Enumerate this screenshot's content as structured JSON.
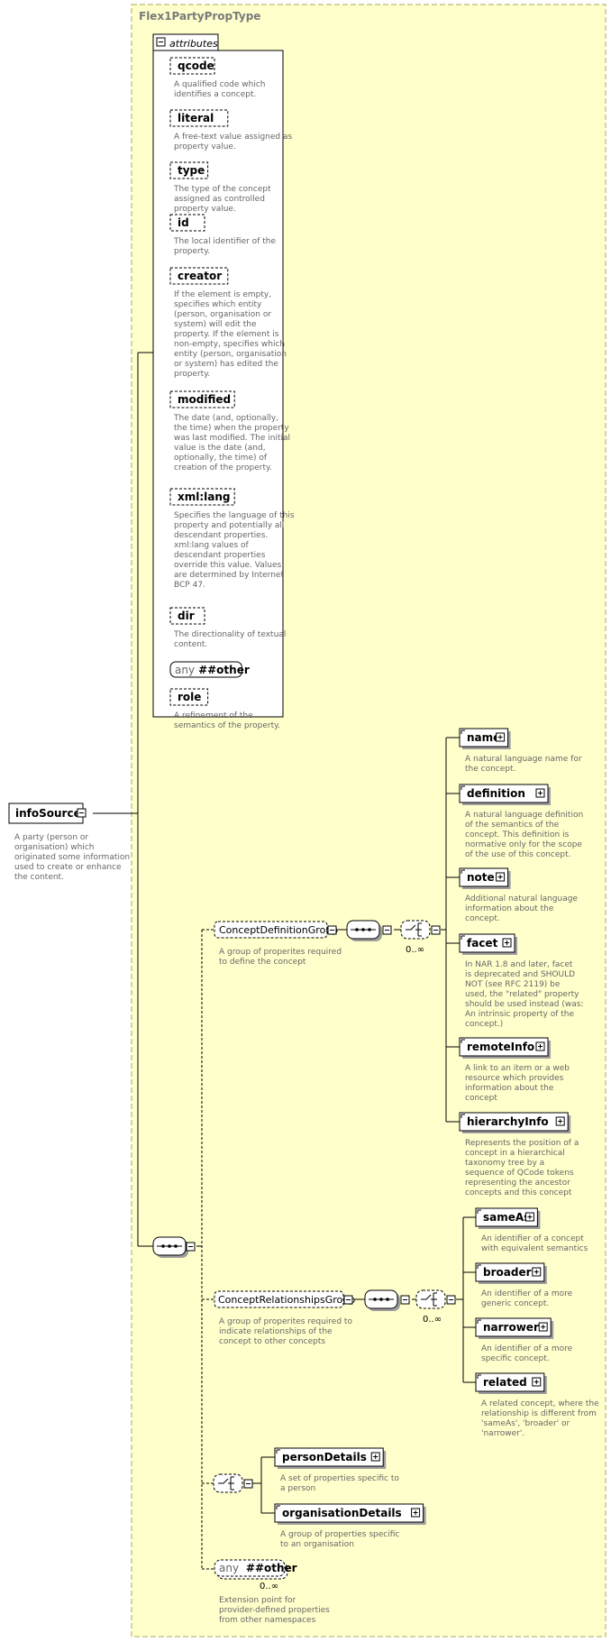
{
  "complex_type": {
    "title": "Flex1PartyPropType"
  },
  "colors": {
    "type_background": "#ffffcc",
    "type_border": "#a8a85a",
    "description_text": "#666666"
  },
  "root": {
    "name": "infoSource",
    "description": [
      "A party (person or",
      "organisation) which",
      "originated some information",
      "used to create or enhance",
      "the content."
    ]
  },
  "attributes": {
    "header": "attributes",
    "items": [
      {
        "name": "qcode",
        "description": [
          "A qualified code which",
          "identifies a concept."
        ]
      },
      {
        "name": "literal",
        "description": [
          "A free-text value assigned as",
          "property value."
        ]
      },
      {
        "name": "type",
        "description": [
          "The type of the concept",
          "assigned as controlled",
          "property value."
        ]
      },
      {
        "name": "id",
        "description": [
          "The local identifier of the",
          "property."
        ]
      },
      {
        "name": "creator",
        "description": [
          "If the element is empty,",
          "specifies which entity",
          "(person, organisation or",
          "system) will edit the",
          "property. If the element is",
          "non-empty, specifies which",
          "entity (person, organisation",
          "or system) has edited the",
          "property."
        ]
      },
      {
        "name": "modified",
        "description": [
          "The date (and, optionally,",
          "the time) when the property",
          "was last modified. The initial",
          "value is the date (and,",
          "optionally, the time) of",
          "creation of the property."
        ]
      },
      {
        "name": "xml:lang",
        "description": [
          "Specifies the language of this",
          "property and potentially all",
          "descendant properties.",
          "xml:lang values of",
          "descendant properties",
          "override this value. Values",
          "are determined by Internet",
          "BCP 47."
        ]
      },
      {
        "name": "dir",
        "description": [
          "The directionality of textual",
          "content."
        ]
      },
      {
        "name": "##other",
        "prefix": "any",
        "description": []
      },
      {
        "name": "role",
        "description": [
          "A refinement of the",
          "semantics of the property."
        ]
      }
    ]
  },
  "groups": {
    "concept_definition": {
      "name": "ConceptDefinitionGroup",
      "description": [
        "A group of properites required",
        "to define the concept"
      ],
      "occurrence": "0..∞",
      "elements": [
        {
          "name": "name",
          "description": [
            "A natural language name for",
            "the concept."
          ]
        },
        {
          "name": "definition",
          "description": [
            "A natural language definition",
            "of the semantics of the",
            "concept. This definition is",
            "normative only for the scope",
            "of the use of this concept."
          ]
        },
        {
          "name": "note",
          "description": [
            "Additional natural language",
            "information about the",
            "concept."
          ]
        },
        {
          "name": "facet",
          "description": [
            "In NAR 1.8 and later, facet",
            "is deprecated and SHOULD",
            "NOT (see RFC 2119) be",
            "used, the \"related\" property",
            "should be used instead (was:",
            "An intrinsic property of the",
            "concept.)"
          ]
        },
        {
          "name": "remoteInfo",
          "description": [
            "A link to an item or a web",
            "resource which provides",
            "information about the",
            "concept"
          ]
        },
        {
          "name": "hierarchyInfo",
          "description": [
            "Represents the position of a",
            "concept in a hierarchical",
            "taxonomy tree by a",
            "sequence of QCode tokens",
            "representing the ancestor",
            "concepts and this concept"
          ]
        }
      ]
    },
    "concept_relationships": {
      "name": "ConceptRelationshipsGroup",
      "description": [
        "A group of properites required to",
        "indicate relationships of the",
        "concept to other concepts"
      ],
      "occurrence": "0..∞",
      "elements": [
        {
          "name": "sameAs",
          "description": [
            "An identifier of a concept",
            "with equivalent semantics"
          ]
        },
        {
          "name": "broader",
          "description": [
            "An identifier of a more",
            "generic concept."
          ]
        },
        {
          "name": "narrower",
          "description": [
            "An identifier of a more",
            "specific concept."
          ]
        },
        {
          "name": "related",
          "description": [
            "A related concept, where the",
            "relationship is different from",
            "'sameAs', 'broader' or",
            "'narrower'."
          ]
        }
      ]
    },
    "party_choice": {
      "elements": [
        {
          "name": "personDetails",
          "description": [
            "A set of properties specific to",
            "a person"
          ]
        },
        {
          "name": "organisationDetails",
          "description": [
            "A group of properties specific",
            "to an organisation"
          ]
        }
      ]
    },
    "any_other": {
      "prefix": "any",
      "name": "##other",
      "occurrence": "0..∞",
      "description": [
        "Extension point for",
        "provider-defined properties",
        "from other namespaces"
      ]
    }
  }
}
